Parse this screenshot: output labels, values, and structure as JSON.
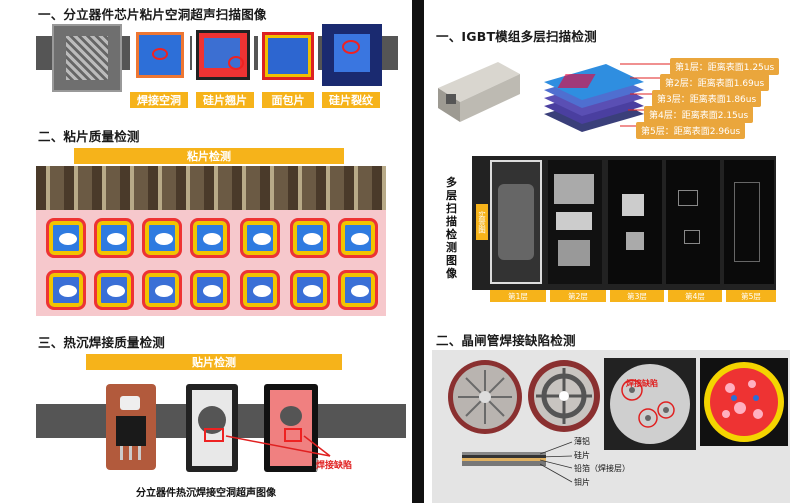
{
  "left": {
    "sec1": {
      "title": "一、分立器件芯片粘片空洞超声扫描图像",
      "tags": [
        "焊接空洞",
        "硅片翘片",
        "面包片",
        "硅片裂纹"
      ]
    },
    "sec2": {
      "title": "二、粘片质量检测",
      "bar": "粘片检测"
    },
    "sec3": {
      "title": "三、热沉焊接质量检测",
      "bar": "贴片检测",
      "defect": "焊接缺陷",
      "caption": "分立器件热沉焊接空洞超声图像"
    }
  },
  "right": {
    "sec1": {
      "title": "一、IGBT模组多层扫描检测",
      "layers": [
        "第1层：距离表面1.25us",
        "第2层：距离表面1.69us",
        "第3层：距离表面1.86us",
        "第4层：距离表面2.15us",
        "第5层：距离表面2.96us"
      ],
      "vertical_label": "多层扫描检测图像",
      "side_label": "实景图",
      "panels": [
        "第1层",
        "第2层",
        "第3层",
        "第4层",
        "第5层"
      ]
    },
    "sec2": {
      "title": "二、晶闸管焊接缺陷检测",
      "defect": "焊接缺陷",
      "stack": [
        "薄铝",
        "硅片",
        "铅箔（焊接层）",
        "钼片"
      ]
    }
  },
  "colors": {
    "accent": "#f6b31a",
    "scan_blue": "#2a6fd6",
    "defect_red": "#e02020"
  }
}
